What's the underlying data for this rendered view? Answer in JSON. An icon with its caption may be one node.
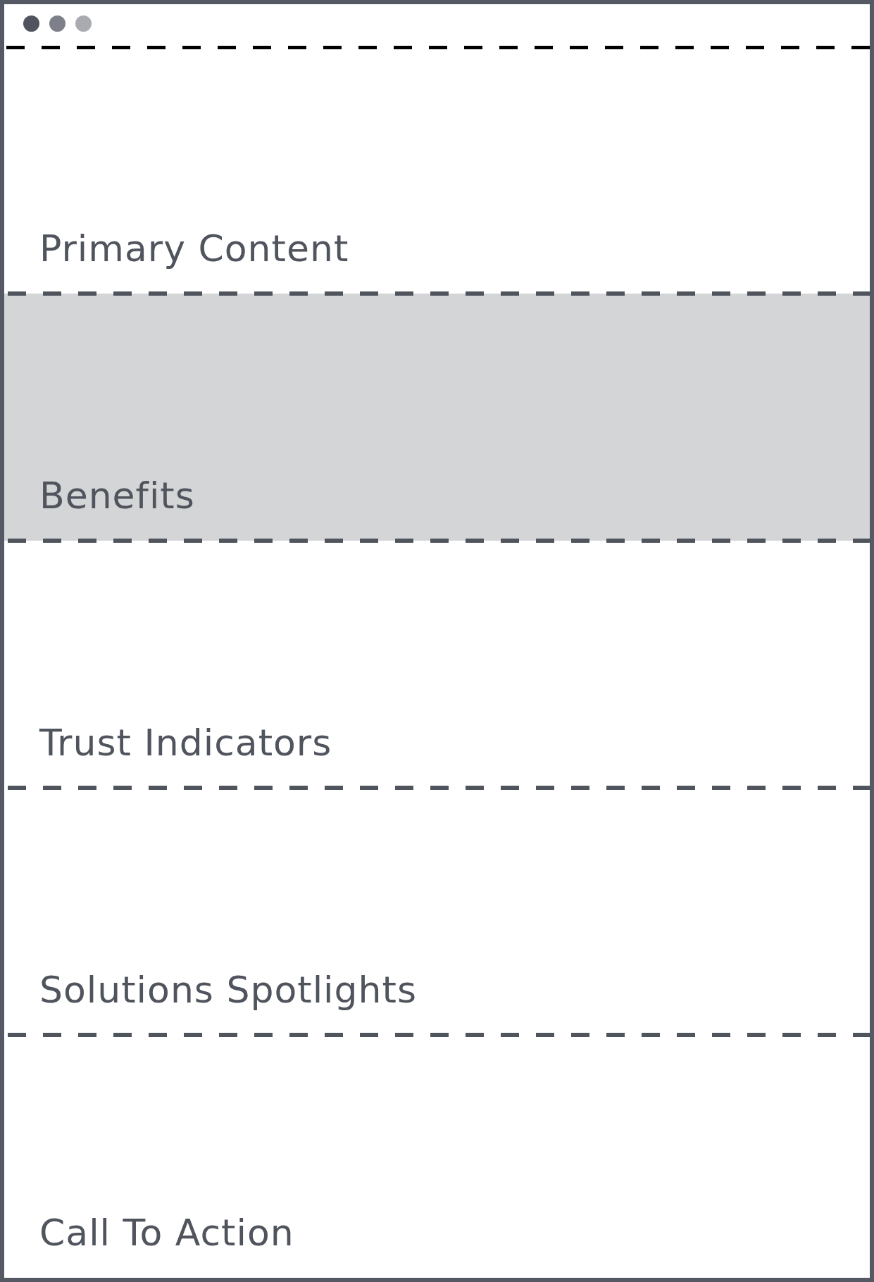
{
  "diagram": {
    "nodes": [
      {
        "text": [
          "Primary Content"
        ]
      },
      {
        "text": [
          "Benefits"
        ]
      },
      {
        "text": [
          "Trust Indicators"
        ]
      },
      {
        "text": [
          "Solutions Spotlights"
        ]
      },
      {
        "text": [
          "Call To Action"
        ]
      }
    ]
  }
}
